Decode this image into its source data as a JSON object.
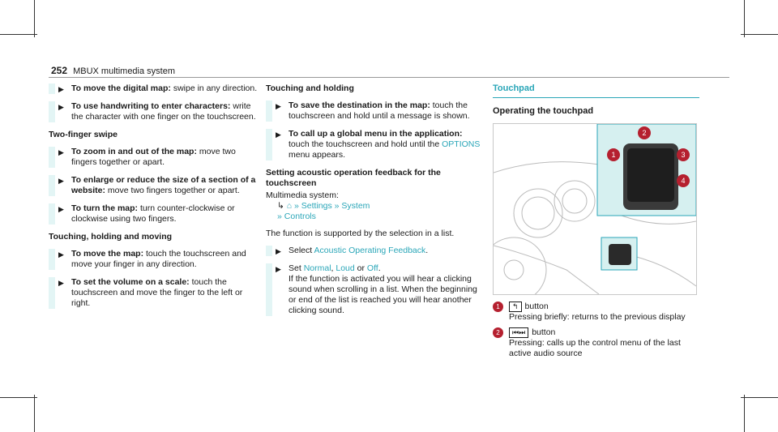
{
  "header": {
    "page_number": "252",
    "title": "MBUX multimedia system"
  },
  "col1": {
    "items_a": [
      {
        "bold": "To move the digital map:",
        "text": " swipe in any direction."
      },
      {
        "bold": "To use handwriting to enter characters:",
        "text": " write the character with one finger on the touchscreen."
      }
    ],
    "sub1": "Two-finger swipe",
    "items_b": [
      {
        "bold": "To zoom in and out of the map:",
        "text": " move two fingers together or apart."
      },
      {
        "bold": "To enlarge or reduce the size of a section of a website:",
        "text": " move two fingers together or apart."
      },
      {
        "bold": "To turn the map:",
        "text": " turn counter-clockwise or clockwise using two fingers."
      }
    ],
    "sub2": "Touching, holding and moving",
    "items_c": [
      {
        "bold": "To move the map:",
        "text": " touch the touchscreen and move your finger in any direction."
      },
      {
        "bold": "To set the volume on a scale:",
        "text": " touch the touchscreen and move the finger to the left or right."
      }
    ]
  },
  "col2": {
    "sub1": "Touching and holding",
    "items_a": [
      {
        "bold": "To save the destination in the map:",
        "text": " touch the touchscreen and hold until a message is shown."
      },
      {
        "bold": "To call up a global menu in the application:",
        "text": " touch the touchscreen and hold until the ",
        "cy": "OPTIONS",
        "text2": " menu appears."
      }
    ],
    "sub2": "Setting acoustic operation feedback for the touchscreen",
    "system_label": "Multimedia system:",
    "path": {
      "home_icon": "home-icon",
      "settings": "Settings",
      "system": "System",
      "controls": "Controls"
    },
    "note": "The function is supported by the selection in a list.",
    "select": {
      "pre": "Select ",
      "cy": "Acoustic Operating Feedback",
      "post": "."
    },
    "set": {
      "pre": "Set ",
      "o1": "Normal",
      "sep1": ", ",
      "o2": "Loud",
      "sep2": " or ",
      "o3": "Off",
      "post": "."
    },
    "set_desc": "If the function is activated you will hear a clicking sound when scrolling in a list. When the beginning or end of the list is reached you will hear another clicking sound."
  },
  "col3": {
    "section": "Touchpad",
    "subheading": "Operating the touchpad",
    "figure_callouts": [
      "1",
      "2",
      "3",
      "4"
    ],
    "legend": [
      {
        "num": "1",
        "icon": "back-arrow-icon",
        "label": "button",
        "desc": "Pressing briefly: returns to the previous display"
      },
      {
        "num": "2",
        "icon": "skip-icon",
        "label": "button",
        "desc": "Pressing: calls up the control menu of the last active audio source"
      }
    ]
  },
  "colors": {
    "accent": "#2aa6b8",
    "callout": "#b5202f",
    "bar": "#e3f5f5"
  }
}
